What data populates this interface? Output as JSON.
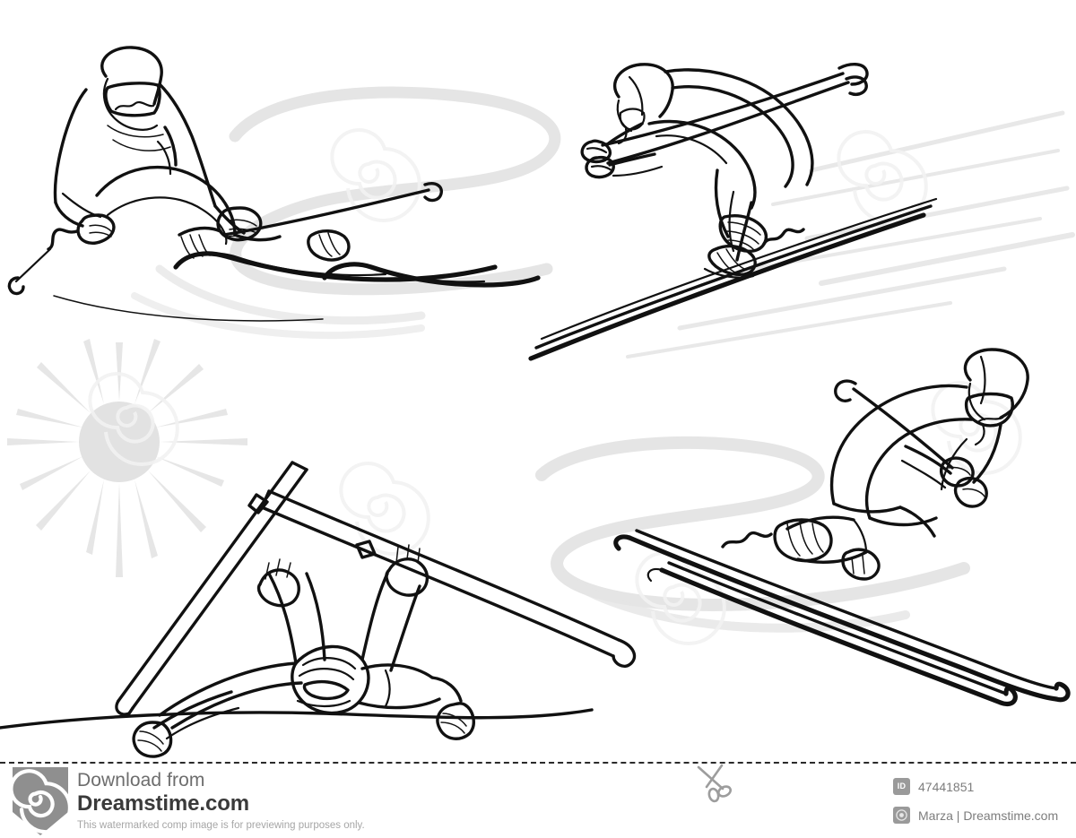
{
  "artwork": {
    "title": "Skiing line-art illustration set",
    "description": "Four black line-art skier figures on white background with light gray swoosh trails, speed lines and a gray sunburst.",
    "figures": [
      {
        "name": "carving-skier",
        "caption": "Alpine skier carving a turn, top left"
      },
      {
        "name": "downhill-tuck-skier",
        "caption": "Downhill racer in aerodynamic tuck, top right"
      },
      {
        "name": "fallen-skier",
        "caption": "Skier fallen in the snow with crossed skis, bottom center"
      },
      {
        "name": "slalom-skier",
        "caption": "Slalom skier leaning into a turn, bottom right"
      }
    ],
    "decorations": [
      {
        "name": "sunburst",
        "caption": "Gray sunburst with radiating rays, middle left"
      },
      {
        "name": "swoosh-trails",
        "caption": "Light gray ribbon trails behind the skiers"
      },
      {
        "name": "speed-lines",
        "caption": "Light gray motion streaks behind the downhill racer"
      }
    ],
    "colors": {
      "ink": "#111111",
      "background": "#ffffff",
      "swoosh": "#e4e4e4",
      "sun": "#e0e0e0",
      "watermark_spiral": "#f1f1f1"
    }
  },
  "footer": {
    "download_label": "Download from",
    "brand": "Dreamstime.com",
    "disclaimer": "This watermarked comp image is for previewing purposes only.",
    "scissors_icon": "scissors-icon",
    "logo_icon": "dreamstime-spiral-logo",
    "id_badge_label": "ID",
    "image_id": "47441851",
    "author_badge_icon": "author-avatar-icon",
    "author_credit": "Marza | Dreamstime.com",
    "colors": {
      "rule": "#2b2b2b",
      "logo_gray": "#8f8f8f",
      "badge_gray": "#9a9a9a",
      "muted_text": "#7d7d7d"
    }
  }
}
